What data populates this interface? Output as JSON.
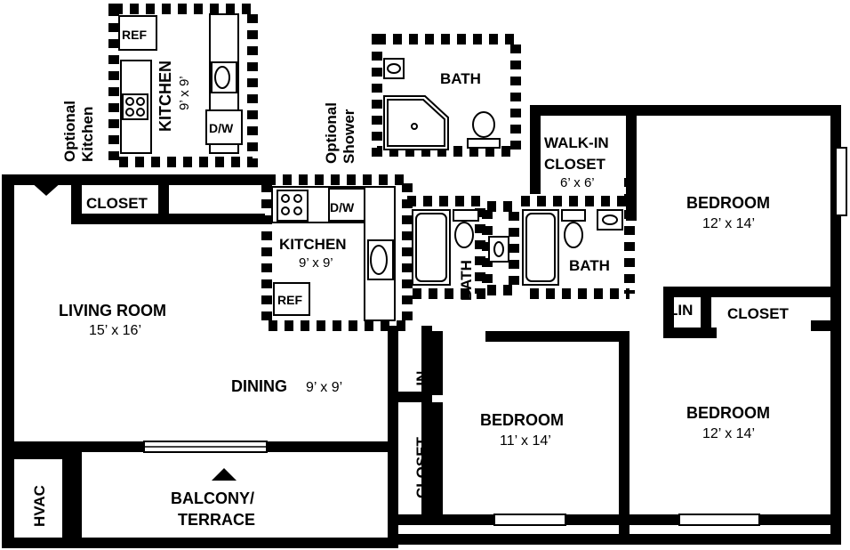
{
  "optional_kitchen": {
    "caption_1": "Optional",
    "caption_2": "Kitchen",
    "room_label": "KITCHEN",
    "room_dim": "9’ x 9’",
    "ref": "REF",
    "dw": "D/W"
  },
  "optional_shower": {
    "caption_1": "Optional",
    "caption_2": "Shower",
    "room_label": "BATH"
  },
  "rooms": {
    "closet_entry": "CLOSET",
    "kitchen_label": "KITCHEN",
    "kitchen_dim": "9’ x 9’",
    "kitchen_ref": "REF",
    "kitchen_dw": "D/W",
    "living_label": "LIVING ROOM",
    "living_dim": "15’ x 16’",
    "dining_label": "DINING",
    "dining_dim": "9’ x 9’",
    "bath_vertical": "BATH",
    "walkin_1": "WALK-IN",
    "walkin_2": "CLOSET",
    "walkin_dim": "6’ x 6’",
    "bath_2": "BATH",
    "bedroom_1_label": "BEDROOM",
    "bedroom_1_dim": "12’ x 14’",
    "lin_1": "LIN",
    "closet_bed1": "CLOSET",
    "lin_2": "LIN",
    "bedroom_2_label": "BEDROOM",
    "bedroom_2_dim": "11’ x 14’",
    "closet_bed2": "CLOSET",
    "bedroom_3_label": "BEDROOM",
    "bedroom_3_dim": "12’ x 14’",
    "hvac": "HVAC",
    "balcony_1": "BALCONY/",
    "balcony_2": "TERRACE"
  }
}
